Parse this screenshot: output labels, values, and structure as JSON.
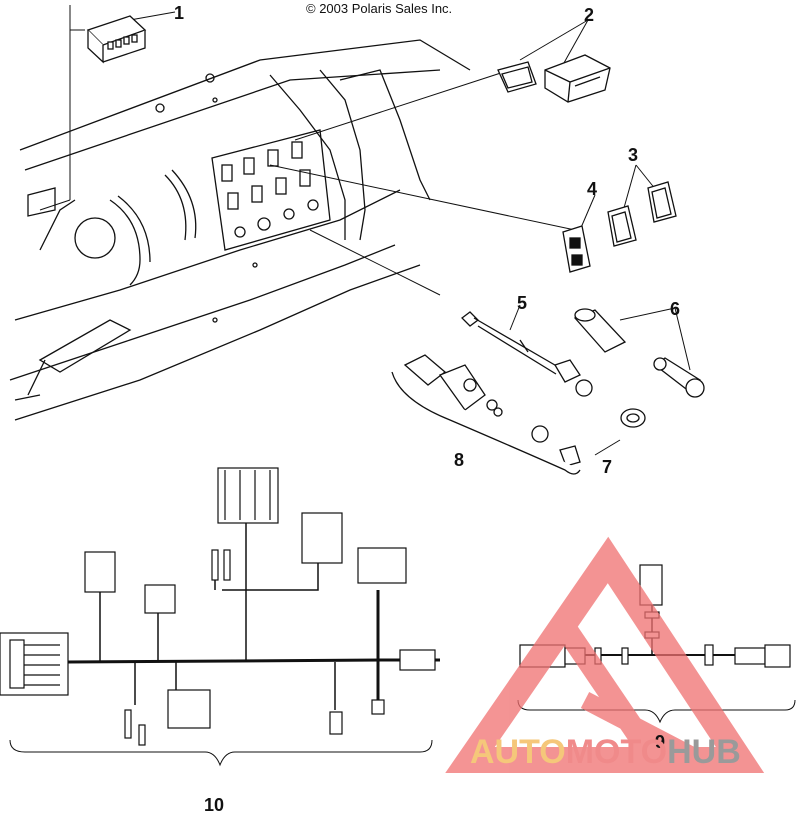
{
  "copyright": "© 2003 Polaris Sales Inc.",
  "callouts": {
    "c1": "1",
    "c2": "2",
    "c3": "3",
    "c4": "4",
    "c5": "5",
    "c6": "6",
    "c7": "7",
    "c8": "8",
    "c9": "9",
    "c10": "10"
  },
  "watermark": {
    "part_auto": "AUTO",
    "part_moto": "MOTO",
    "part_hub": "HUB",
    "color_auto": "#f5c77a",
    "color_moto": "#f08a8a",
    "color_hub": "#9a9a9a",
    "triangle_color": "#f07070"
  },
  "colors": {
    "line": "#111111",
    "background": "#ffffff"
  }
}
